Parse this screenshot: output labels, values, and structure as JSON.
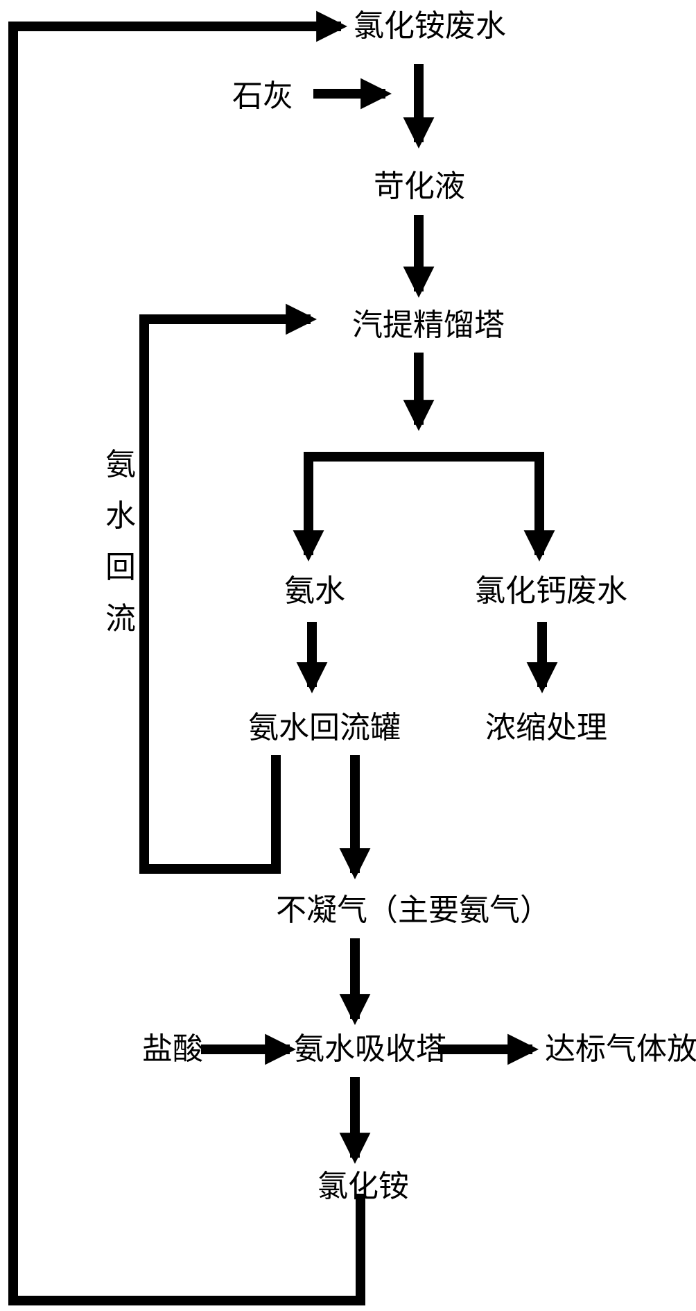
{
  "nodes": {
    "ammonium_chloride_wastewater": "氯化铵废水",
    "lime": "石灰",
    "causticized_liquid": "苛化液",
    "stripping_column": "汽提精馏塔",
    "ammonia_water": "氨水",
    "calcium_chloride_wastewater": "氯化钙废水",
    "ammonia_reflux_tank": "氨水回流罐",
    "concentration_treatment": "浓缩处理",
    "noncondensable_gas": "不凝气（主要氨气）",
    "hydrochloric_acid": "盐酸",
    "ammonia_absorber": "氨水吸收塔",
    "vent_gas": "达标气体放空",
    "ammonium_chloride": "氯化铵"
  },
  "reflux_label": [
    "氨",
    "水",
    "回",
    "流"
  ],
  "colors": {
    "line": "#000000",
    "background": "#ffffff",
    "text": "#000000"
  }
}
